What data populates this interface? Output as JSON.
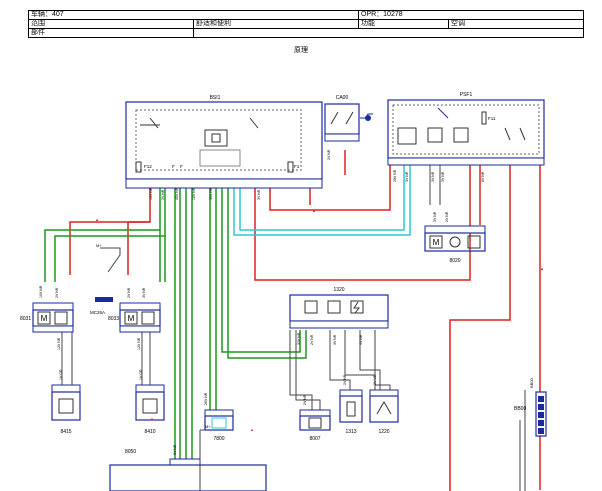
{
  "header": {
    "vehicle_label": "车辆：407",
    "opr_label": "OPR：10278",
    "scope_label": "范围",
    "scope_value": "舒适和便利",
    "function_label": "功能",
    "function_value": "空调",
    "part_label": "部件",
    "title": "原理"
  },
  "components": {
    "bsi1": "BSI1",
    "ca00": "CA00",
    "psf1": "PSF1",
    "f11": "F11",
    "f12": "F12",
    "f1": "F1",
    "c8020": "8020",
    "c8031": "8031",
    "c8033": "8033",
    "mc26a": "MC26A",
    "c1320": "1320",
    "c8415": "8415",
    "c8410": "8410",
    "c7800": "7800",
    "c8007": "8007",
    "c1313": "1313",
    "c1220": "1220",
    "bb00_a": "BB00",
    "bb00_b": "BB00",
    "c8050": "8050"
  },
  "connectors": {
    "bsi_bottom": [
      "16V NR",
      "3V NR",
      "40V NR",
      "16V NR",
      "40V NR",
      "3V NR"
    ],
    "psf_left": [
      "28V NR",
      "3V NR"
    ],
    "psf_mid": [
      "3V NR",
      "3V NR"
    ],
    "psf_right": [
      "8V NR"
    ],
    "ca00_bot": "2V NR",
    "c1320_bot": [
      "32V NR",
      "2V NR",
      "3V NR",
      "4V NR"
    ],
    "c8020_top": [
      "3V NR",
      "2V NR"
    ],
    "c8031_top": [
      "10V NR",
      "2V NR"
    ],
    "c8033_top": [
      "2V NR",
      "3V NR"
    ],
    "c8031_bot": "12V NR",
    "c8033_bot": "12V NR",
    "c8415_top": "1V GR",
    "c8410_top": "1V GR",
    "c7800_top": "26V NR",
    "c8007_top": "2V NR",
    "c1313_top": "2V NR",
    "c1220_top": "2V VE",
    "c8050_top": "6V NR"
  },
  "wire_marks": [
    "▲",
    "▲",
    "▲",
    "▲",
    "▲"
  ],
  "ground_label": "M+",
  "fuse_pair": [
    "F",
    "F"
  ]
}
